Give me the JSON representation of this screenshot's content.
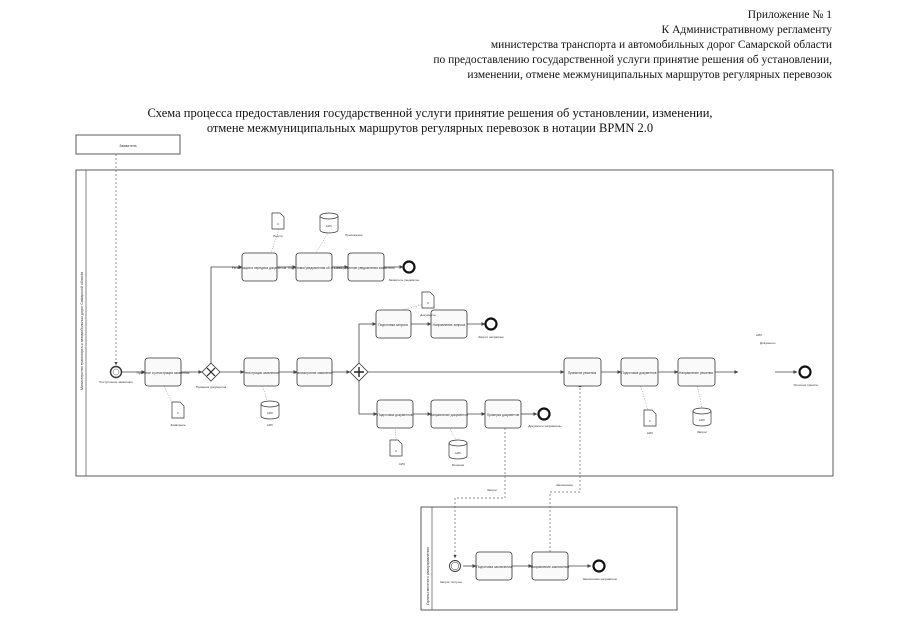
{
  "appendix": {
    "line1": "Приложение № 1",
    "line2": "К Административному регламенту",
    "line3": "министерства транспорта и автомобильных дорог Самарской области",
    "line4": "по предоставлению государственной услуги принятие решения об установлении,",
    "line5": "изменении, отмене межмуниципальных маршрутов регулярных перевозок"
  },
  "title": {
    "line1": "Схема процесса предоставления государственной услуги принятие решения об установлении, изменении,",
    "line2": "отмене межмуниципальных маршрутов регулярных перевозок в нотации BPMN 2.0"
  },
  "diagram": {
    "applicant_label": "Заявитель",
    "ministry_lane_label": "Министерство транспорта и автомобильных дорог Самарской области",
    "second_lane_label": "Органы местного самоуправления",
    "tasks": [
      "Принятие и регистрация заявления",
      "Регистрация и передача документов",
      "Подготовка уведомления об отказе",
      "Направление уведомления заявителю",
      "Регистрация заявления",
      "Рассмотрение заявления",
      "Подготовка запроса",
      "Направление запроса",
      "Подготовка документов",
      "Направление документов",
      "Проверка документов",
      "Принятие решения",
      "Подготовка документов",
      "Направление решения",
      "Подготовка заключения",
      "Направление заключения"
    ],
    "gateway_label": "Проверка документов",
    "data_labels": [
      "Заявление",
      "Реестр",
      "Приложение",
      "АИС",
      "Документы",
      "АИС",
      "Решение",
      "АИС",
      "Запрос",
      "АИС",
      "Документы"
    ],
    "event_labels": [
      "Поступление заявления",
      "Заявитель уведомлен",
      "Запрос направлен",
      "Документы направлены",
      "Решение принято",
      "Запрос получен",
      "Заключение направлено"
    ],
    "message_labels": [
      "Запрос",
      "Заключение"
    ],
    "db_glyph": "АИС",
    "doc_glyph": "≡"
  }
}
